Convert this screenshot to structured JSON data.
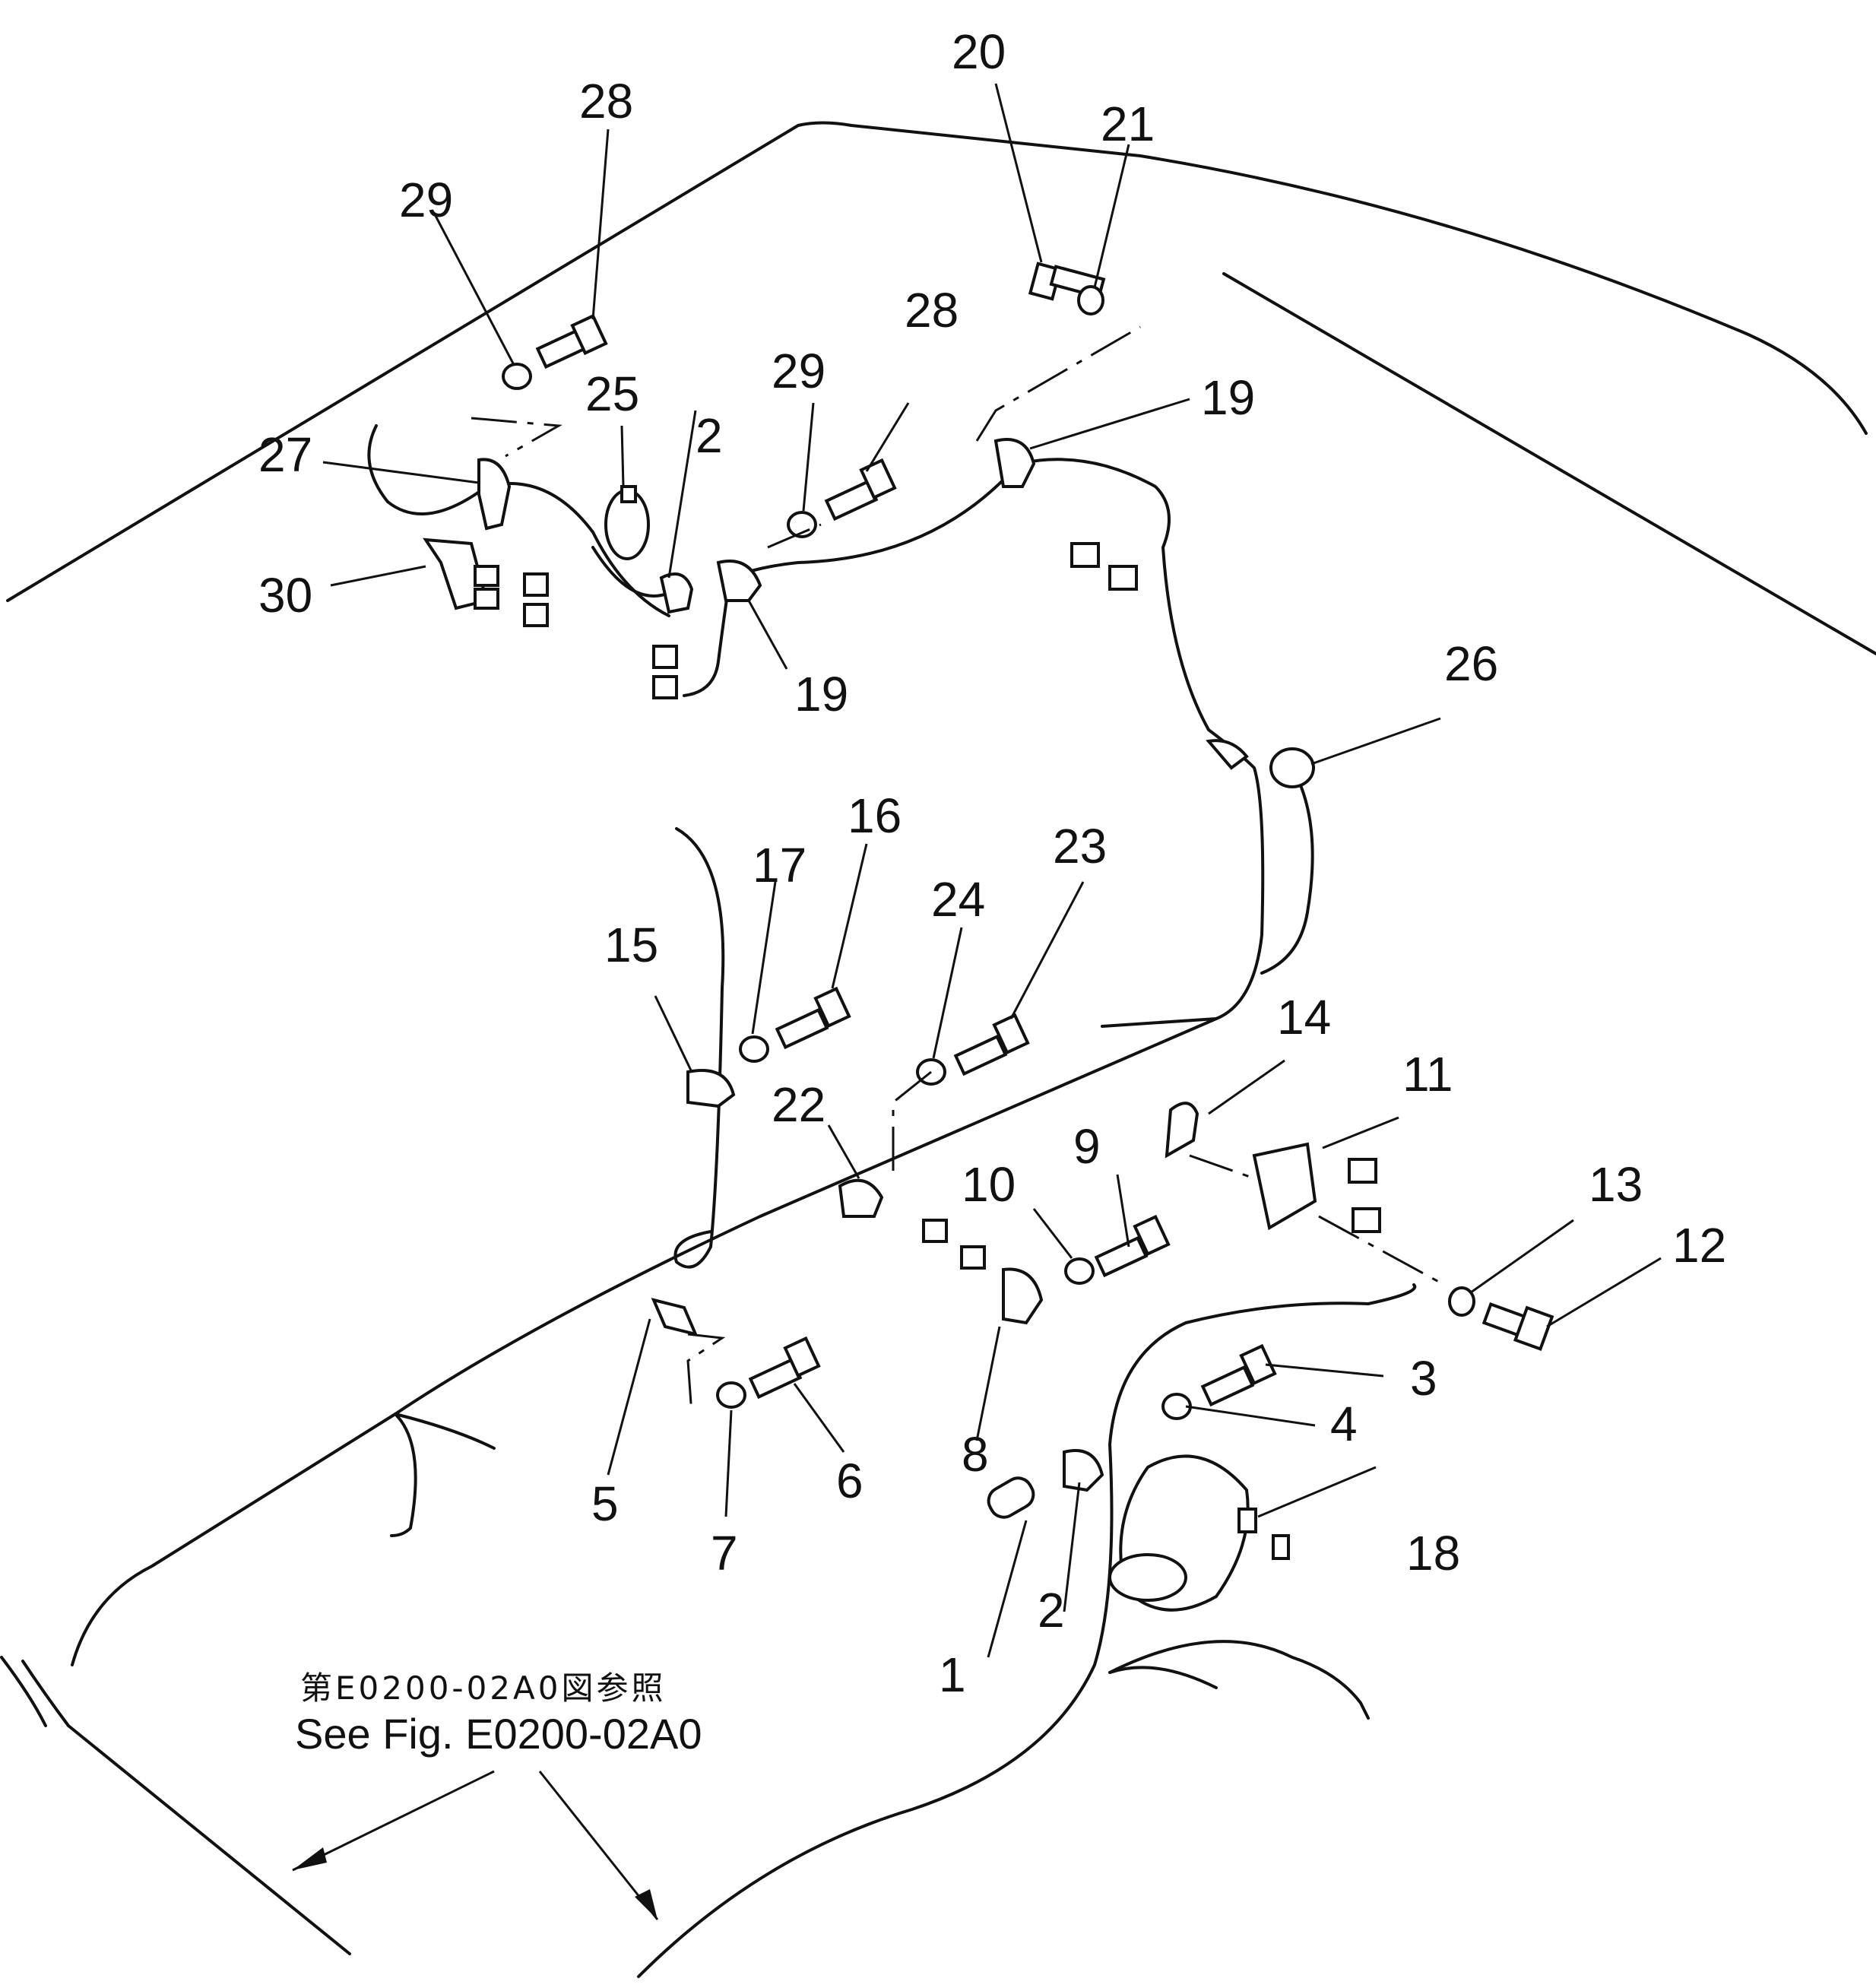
{
  "callouts": [
    {
      "id": "c1",
      "text": "1"
    },
    {
      "id": "c2a",
      "text": "2"
    },
    {
      "id": "c2b",
      "text": "2"
    },
    {
      "id": "c3",
      "text": "3"
    },
    {
      "id": "c4",
      "text": "4"
    },
    {
      "id": "c5",
      "text": "5"
    },
    {
      "id": "c6",
      "text": "6"
    },
    {
      "id": "c7",
      "text": "7"
    },
    {
      "id": "c8",
      "text": "8"
    },
    {
      "id": "c9",
      "text": "9"
    },
    {
      "id": "c10",
      "text": "10"
    },
    {
      "id": "c11",
      "text": "11"
    },
    {
      "id": "c12",
      "text": "12"
    },
    {
      "id": "c13",
      "text": "13"
    },
    {
      "id": "c14",
      "text": "14"
    },
    {
      "id": "c15",
      "text": "15"
    },
    {
      "id": "c16",
      "text": "16"
    },
    {
      "id": "c17",
      "text": "17"
    },
    {
      "id": "c18",
      "text": "18"
    },
    {
      "id": "c19a",
      "text": "19"
    },
    {
      "id": "c19b",
      "text": "19"
    },
    {
      "id": "c20",
      "text": "20"
    },
    {
      "id": "c21",
      "text": "21"
    },
    {
      "id": "c22",
      "text": "22"
    },
    {
      "id": "c23",
      "text": "23"
    },
    {
      "id": "c24",
      "text": "24"
    },
    {
      "id": "c25",
      "text": "25"
    },
    {
      "id": "c26",
      "text": "26"
    },
    {
      "id": "c27",
      "text": "27"
    },
    {
      "id": "c28a",
      "text": "28"
    },
    {
      "id": "c28b",
      "text": "28"
    },
    {
      "id": "c29a",
      "text": "29"
    },
    {
      "id": "c29b",
      "text": "29"
    },
    {
      "id": "c30",
      "text": "30"
    }
  ],
  "reference": {
    "japanese": "第E0200-02A0図参照",
    "english": "See Fig. E0200-02A0"
  }
}
